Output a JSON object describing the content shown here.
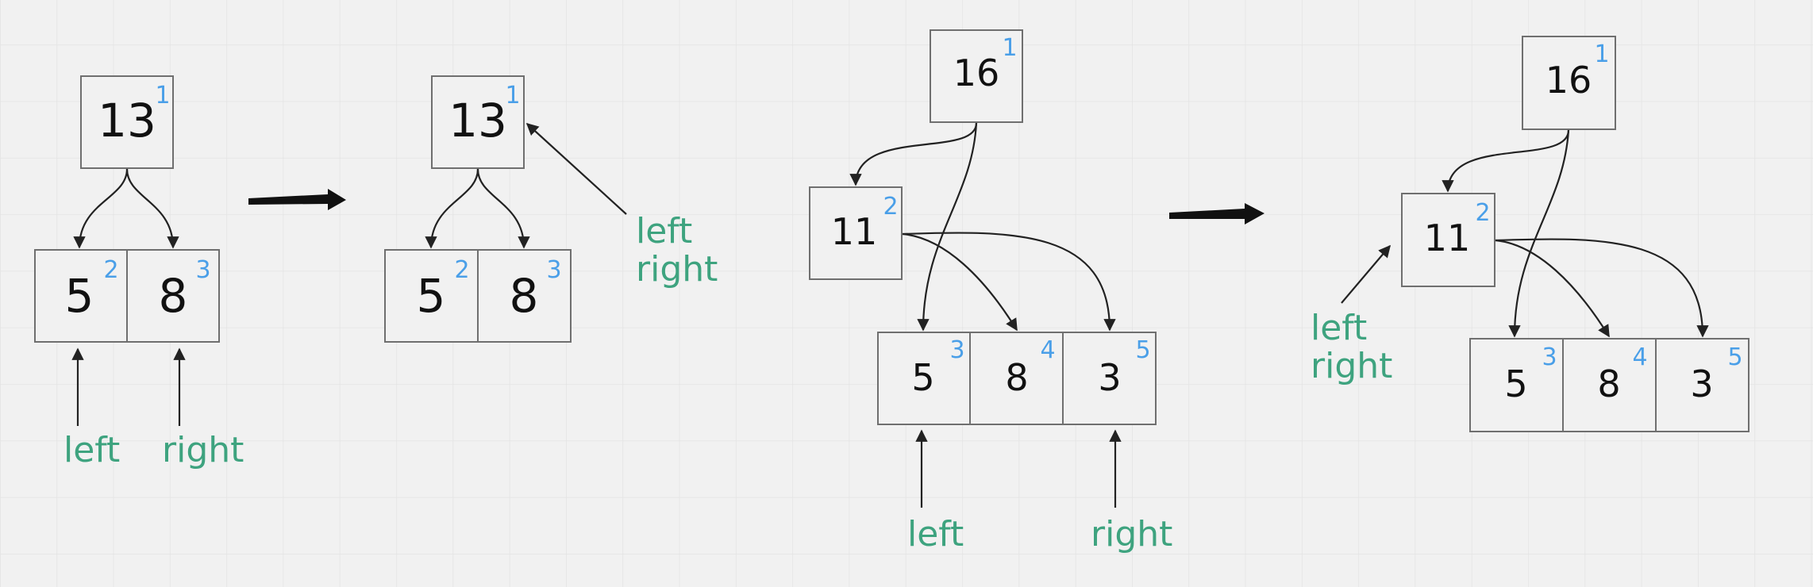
{
  "colors": {
    "background": "#f1f1f1",
    "grid": "#e3e3e3",
    "box_stroke": "#6f6f6f",
    "value_text": "#111111",
    "index_text": "#4a9fe8",
    "pointer_text": "#3ea37f",
    "edge": "#222222"
  },
  "panels": [
    {
      "nodes": [
        {
          "id": "p1n13",
          "value": "13",
          "index": "1"
        },
        {
          "id": "p1n5",
          "value": "5",
          "index": "2"
        },
        {
          "id": "p1n8",
          "value": "8",
          "index": "3"
        }
      ],
      "pointers": [
        "left",
        "right"
      ]
    },
    {
      "nodes": [
        {
          "id": "p2n13",
          "value": "13",
          "index": "1"
        },
        {
          "id": "p2n5",
          "value": "5",
          "index": "2"
        },
        {
          "id": "p2n8",
          "value": "8",
          "index": "3"
        }
      ],
      "pointers": [
        "left",
        "right"
      ]
    },
    {
      "nodes": [
        {
          "id": "p3n16",
          "value": "16",
          "index": "1"
        },
        {
          "id": "p3n11",
          "value": "11",
          "index": "2"
        },
        {
          "id": "p3n5",
          "value": "5",
          "index": "3"
        },
        {
          "id": "p3n8",
          "value": "8",
          "index": "4"
        },
        {
          "id": "p3n3",
          "value": "3",
          "index": "5"
        }
      ],
      "pointers": [
        "left",
        "right"
      ]
    },
    {
      "nodes": [
        {
          "id": "p4n16",
          "value": "16",
          "index": "1"
        },
        {
          "id": "p4n11",
          "value": "11",
          "index": "2"
        },
        {
          "id": "p4n5",
          "value": "5",
          "index": "3"
        },
        {
          "id": "p4n8",
          "value": "8",
          "index": "4"
        },
        {
          "id": "p4n3",
          "value": "3",
          "index": "5"
        }
      ],
      "pointers": [
        "left",
        "right"
      ]
    }
  ]
}
